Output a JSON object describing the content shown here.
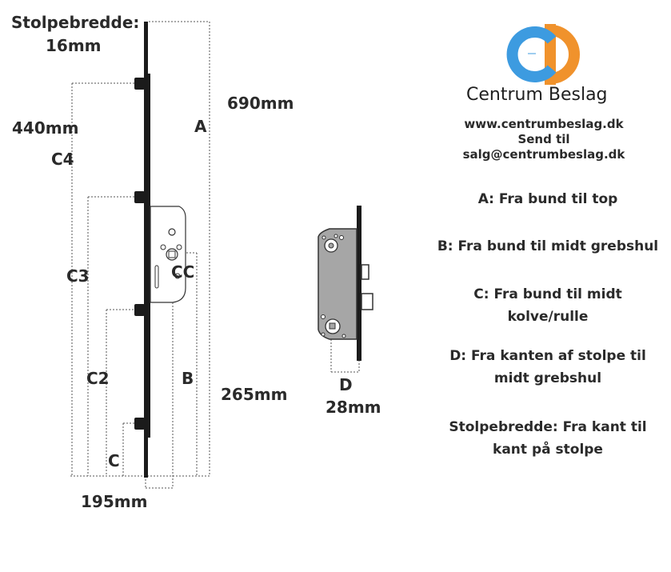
{
  "labels": {
    "stolpebredde_title": "Stolpebredde:",
    "stolpebredde_value": "16mm",
    "a_value": "690mm",
    "a": "A",
    "c4_value": "440mm",
    "c4": "C4",
    "c3": "C3",
    "cc": "CC",
    "c2": "C2",
    "b": "B",
    "b_value": "265mm",
    "c": "C",
    "c_value": "195mm",
    "d": "D",
    "d_value": "28mm"
  },
  "brand": {
    "logo_letters": "CB",
    "name": "Centrum Beslag",
    "website": "www.centrumbeslag.dk",
    "send_label": "Send til",
    "email": "salg@centrumbeslag.dk",
    "colors": {
      "blue": "#3d9be0",
      "orange": "#f0922c"
    }
  },
  "legend": [
    {
      "line1": "A: Fra bund til top",
      "line2": ""
    },
    {
      "line1": "B: Fra bund til midt grebshul",
      "line2": ""
    },
    {
      "line1": "C: Fra bund til midt",
      "line2": "kolve/rulle"
    },
    {
      "line1": "D: Fra kanten af stolpe til",
      "line2": "midt grebshul"
    },
    {
      "line1": "Stolpebredde: Fra kant til",
      "line2": "kant på stolpe"
    }
  ]
}
